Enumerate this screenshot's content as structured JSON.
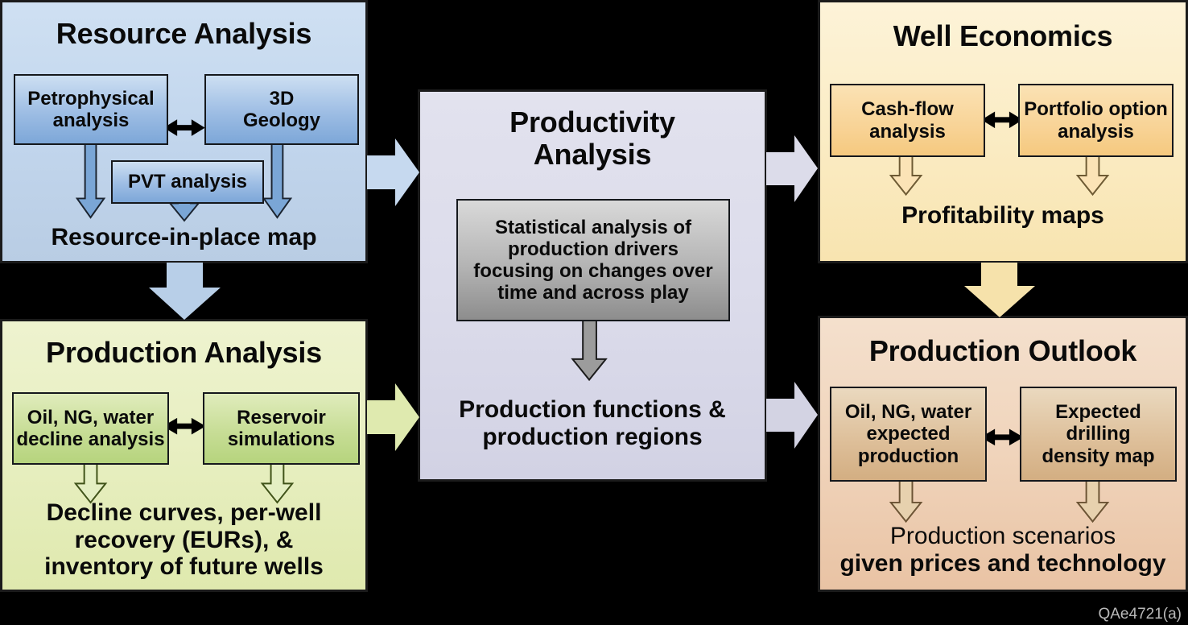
{
  "figure": {
    "credit": "QAe4721(a)",
    "background_color": "#000000"
  },
  "panels": {
    "resource_analysis": {
      "title": "Resource Analysis",
      "accent_color": "#c3d7ee",
      "box_color": "#9dbde4",
      "boxes": [
        {
          "label": "Petrophysical\nanalysis"
        },
        {
          "label": "3D\nGeology"
        },
        {
          "label": "PVT analysis"
        }
      ],
      "box1_line1": "Petrophysical",
      "box1_line2": "analysis",
      "box2_line1": "3D",
      "box2_line2": "Geology",
      "box3_label": "PVT analysis",
      "result": "Resource-in-place map"
    },
    "well_economics": {
      "title": "Well Economics",
      "accent_color": "#fbedc7",
      "box_color": "#f8d396",
      "box1_line1": "Cash-flow",
      "box1_line2": "analysis",
      "box2_line1": "Portfolio option",
      "box2_line2": "analysis",
      "result": "Profitability maps"
    },
    "productivity_analysis": {
      "title_line1": "Productivity",
      "title_line2": "Analysis",
      "accent_color": "#dcdceb",
      "box_color": "#b4b4b4",
      "box_line1": "Statistical analysis of",
      "box_line2": "production drivers",
      "box_line3": "focusing on changes over",
      "box_line4": "time and across play",
      "result_line1": "Production functions &",
      "result_line2": "production regions"
    },
    "production_analysis": {
      "title": "Production Analysis",
      "accent_color": "#e8efc2",
      "box_color": "#c7dd96",
      "box1_line1": "Oil, NG, water",
      "box1_line2": "decline analysis",
      "box2_line1": "Reservoir",
      "box2_line2": "simulations",
      "result_line1": "Decline curves, per-well",
      "result_line2": "recovery (EURs), &",
      "result_line3": "inventory of future wells"
    },
    "production_outlook": {
      "title": "Production Outlook",
      "accent_color": "#f0d4bb",
      "box_color": "#ddbe98",
      "box1_line1": "Oil, NG, water",
      "box1_line2": "expected",
      "box1_line3": "production",
      "box2_line1": "Expected",
      "box2_line2": "drilling",
      "box2_line3": "density map",
      "result_line1": "Production scenarios",
      "result_line2": "given prices and technology"
    }
  },
  "connectors": [
    {
      "name": "resource-to-productivity",
      "direction": "right",
      "color": "#c3d7ee"
    },
    {
      "name": "resource-to-production-analysis",
      "direction": "down",
      "color": "#b8cfe8"
    },
    {
      "name": "production-analysis-to-productivity",
      "direction": "right",
      "color": "#dfeaaf"
    },
    {
      "name": "productivity-to-well-economics",
      "direction": "right",
      "color": "#dcdcea"
    },
    {
      "name": "productivity-to-production-outlook",
      "direction": "right",
      "color": "#d3d3e3"
    },
    {
      "name": "well-economics-to-production-outlook",
      "direction": "down",
      "color": "#f6e2ab"
    }
  ]
}
